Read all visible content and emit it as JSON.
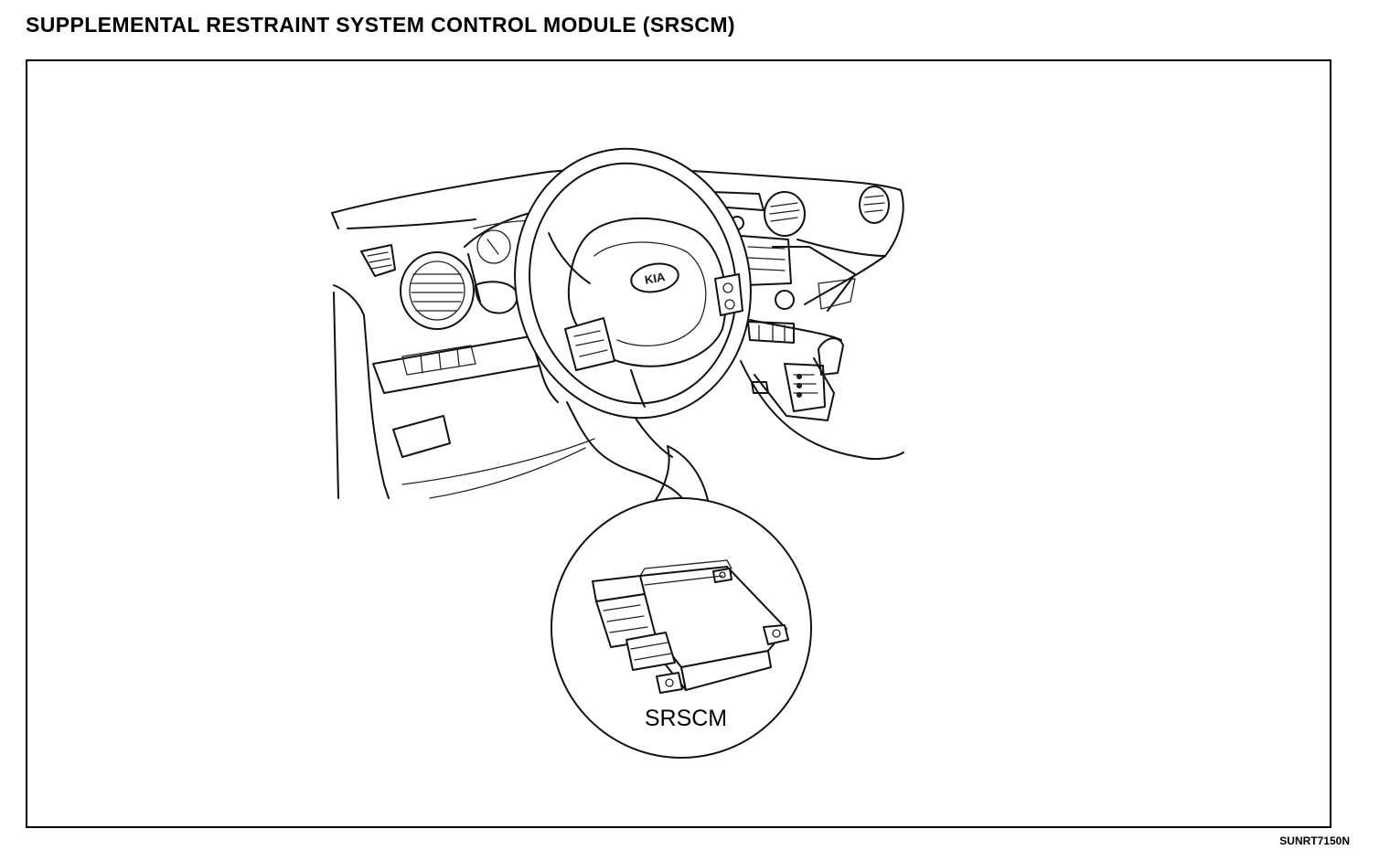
{
  "title": "SUPPLEMENTAL RESTRAINT SYSTEM CONTROL MODULE (SRSCM)",
  "figure": {
    "callout_label": "SRSCM",
    "figure_code": "SUNRT7150N",
    "steering_wheel_logo": "KIA"
  }
}
